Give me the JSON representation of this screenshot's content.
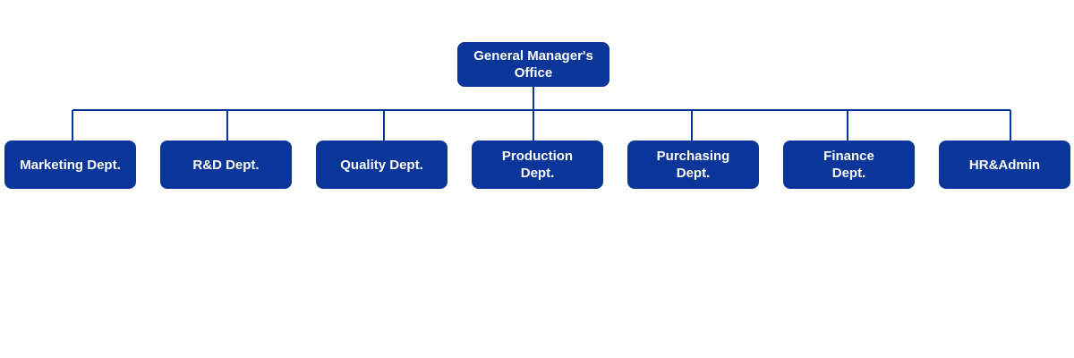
{
  "colors": {
    "node_fill": "#0a3699",
    "node_text": "#ffffff",
    "connector": "#0a3699"
  },
  "org_chart": {
    "root": {
      "label": "General Manager's\nOffice"
    },
    "departments": [
      {
        "label": "Marketing Dept."
      },
      {
        "label": "R&D Dept."
      },
      {
        "label": "Quality Dept."
      },
      {
        "label": "Production\nDept."
      },
      {
        "label": "Purchasing\nDept."
      },
      {
        "label": "Finance\nDept."
      },
      {
        "label": "HR&Admin"
      }
    ]
  }
}
